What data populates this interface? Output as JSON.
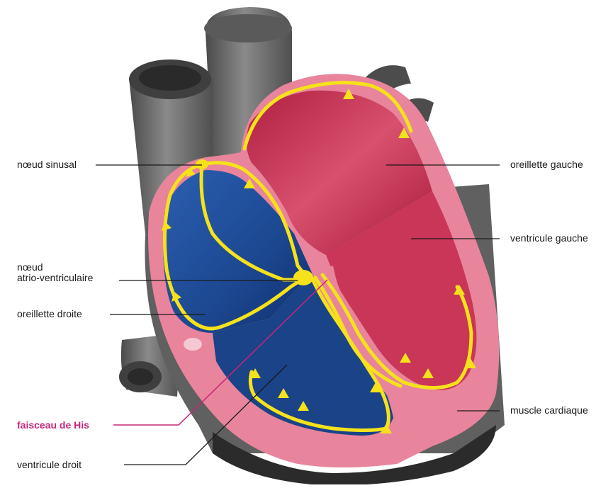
{
  "labels": {
    "sinus_node": "nœud sinusal",
    "av_node_line1": "nœud",
    "av_node_line2": "atrio-ventriculaire",
    "right_atrium": "oreillette droite",
    "bundle_of_his": "faisceau de His",
    "right_ventricle": "ventricule droit",
    "left_atrium": "oreillette gauche",
    "left_ventricle": "ventricule gauche",
    "heart_muscle": "muscle cardiaque"
  },
  "colors": {
    "vessels": "#6b6b6b",
    "muscle": "#e8849c",
    "left_chambers": "#c2304f",
    "right_chambers": "#1f4f9a",
    "conduction": "#f5e21b",
    "his_label": "#c8257a",
    "leader_lines": "#1a1a1a"
  }
}
